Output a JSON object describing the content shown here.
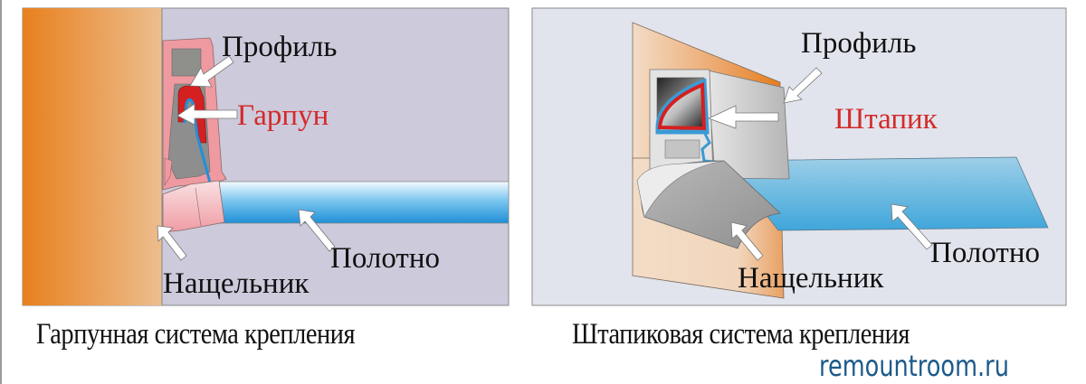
{
  "left_panel": {
    "labels": {
      "profile": "Профиль",
      "harpoon": "Гарпун",
      "canvas": "Полотно",
      "trim": "Нащельник"
    },
    "caption": "Гарпунная система крепления"
  },
  "right_panel": {
    "labels": {
      "profile": "Профиль",
      "bead": "Штапик",
      "canvas": "Полотно",
      "trim": "Нащельник"
    },
    "caption": "Штапиковая система крепления"
  },
  "watermark": "remountroom.ru",
  "colors": {
    "wall_orange": "#e8801e",
    "left_bg": "#cccadb",
    "right_bg": "#e1e4ec",
    "profile_pink": "#ef9aa0",
    "harpoon_red": "#d42020",
    "canvas_blue": "#3aa0dc",
    "highlight_label": "#d42a2a",
    "watermark_blue": "#1c5a8a"
  }
}
